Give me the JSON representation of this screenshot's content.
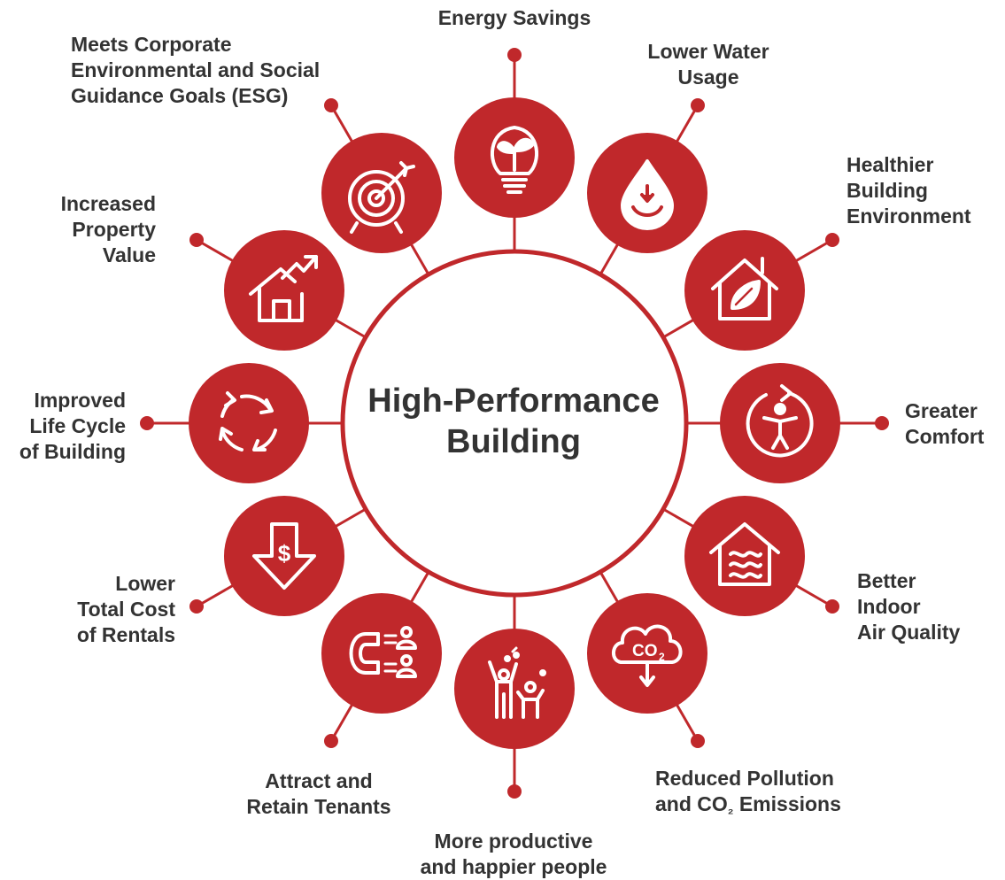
{
  "center": {
    "line1": "High-Performance",
    "line2": "Building"
  },
  "colors": {
    "accent": "#c0282b",
    "text": "#333333",
    "background": "#ffffff"
  },
  "benefits": [
    {
      "lines": [
        "Energy Savings"
      ],
      "icon": "lightbulb-plant-icon"
    },
    {
      "lines": [
        "Lower Water",
        "Usage"
      ],
      "icon": "water-drop-down-icon"
    },
    {
      "lines": [
        "Healthier",
        "Building",
        "Environment"
      ],
      "icon": "house-leaf-icon"
    },
    {
      "lines": [
        "Greater",
        "Comfort"
      ],
      "icon": "person-comfort-icon"
    },
    {
      "lines": [
        "Better",
        "Indoor",
        "Air Quality"
      ],
      "icon": "house-air-icon"
    },
    {
      "lines": [
        "Reduced Pollution",
        "and CO",
        "₂",
        " Emissions"
      ],
      "icon": "co2-cloud-icon"
    },
    {
      "lines": [
        "More productive",
        "and happier people"
      ],
      "icon": "happy-people-icon"
    },
    {
      "lines": [
        "Attract and",
        "Retain Tenants"
      ],
      "icon": "magnet-people-icon"
    },
    {
      "lines": [
        "Lower",
        "Total Cost",
        "of Rentals"
      ],
      "icon": "dollar-down-arrow-icon"
    },
    {
      "lines": [
        "Improved",
        "Life Cycle",
        "of Building"
      ],
      "icon": "cycle-arrows-icon"
    },
    {
      "lines": [
        "Increased",
        "Property",
        "Value"
      ],
      "icon": "house-value-up-icon"
    },
    {
      "lines": [
        "Meets Corporate",
        "Environmental and Social",
        "Guidance Goals (ESG)"
      ],
      "icon": "target-arrow-icon"
    }
  ]
}
